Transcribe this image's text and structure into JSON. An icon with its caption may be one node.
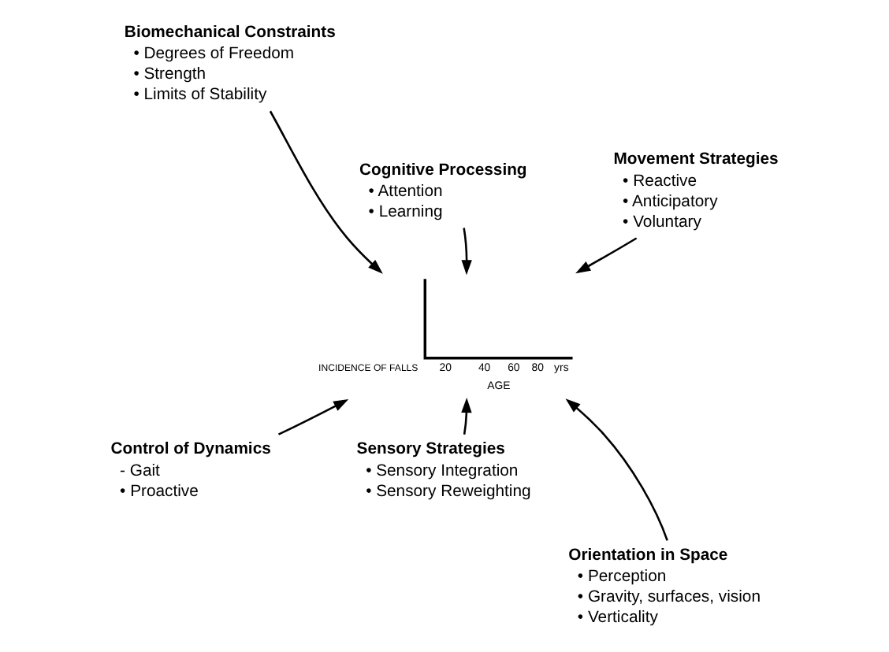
{
  "diagram": {
    "nodes": [
      {
        "text": [
          "Biomechanical Constraints",
          "• Degrees of Freedom",
          "• Strength",
          "• Limits of Stability"
        ]
      },
      {
        "text": [
          "Cognitive Processing",
          "• Attention",
          "• Learning"
        ]
      },
      {
        "text": [
          "Movement Strategies",
          "• Reactive",
          "• Anticipatory",
          "• Voluntary"
        ]
      },
      {
        "text": [
          "INCIDENCE OF FALLS",
          "20",
          "40",
          "60",
          "80",
          "yrs",
          "AGE"
        ]
      },
      {
        "text": [
          "Control of Dynamics",
          "- Gait",
          "• Proactive"
        ]
      },
      {
        "text": [
          "Sensory Strategies",
          "• Sensory Integration",
          "• Sensory Reweighting"
        ]
      },
      {
        "text": [
          "Orientation in Space",
          "• Perception",
          "• Gravity, surfaces, vision",
          "• Verticality"
        ]
      }
    ],
    "edges": [
      {
        "from": 0,
        "to": 3,
        "arrow": "to"
      },
      {
        "from": 1,
        "to": 3,
        "arrow": "to"
      },
      {
        "from": 2,
        "to": 3,
        "arrow": "to"
      },
      {
        "from": 4,
        "to": 3,
        "arrow": "to"
      },
      {
        "from": 5,
        "to": 3,
        "arrow": "to"
      },
      {
        "from": 6,
        "to": 3,
        "arrow": "to"
      }
    ]
  }
}
